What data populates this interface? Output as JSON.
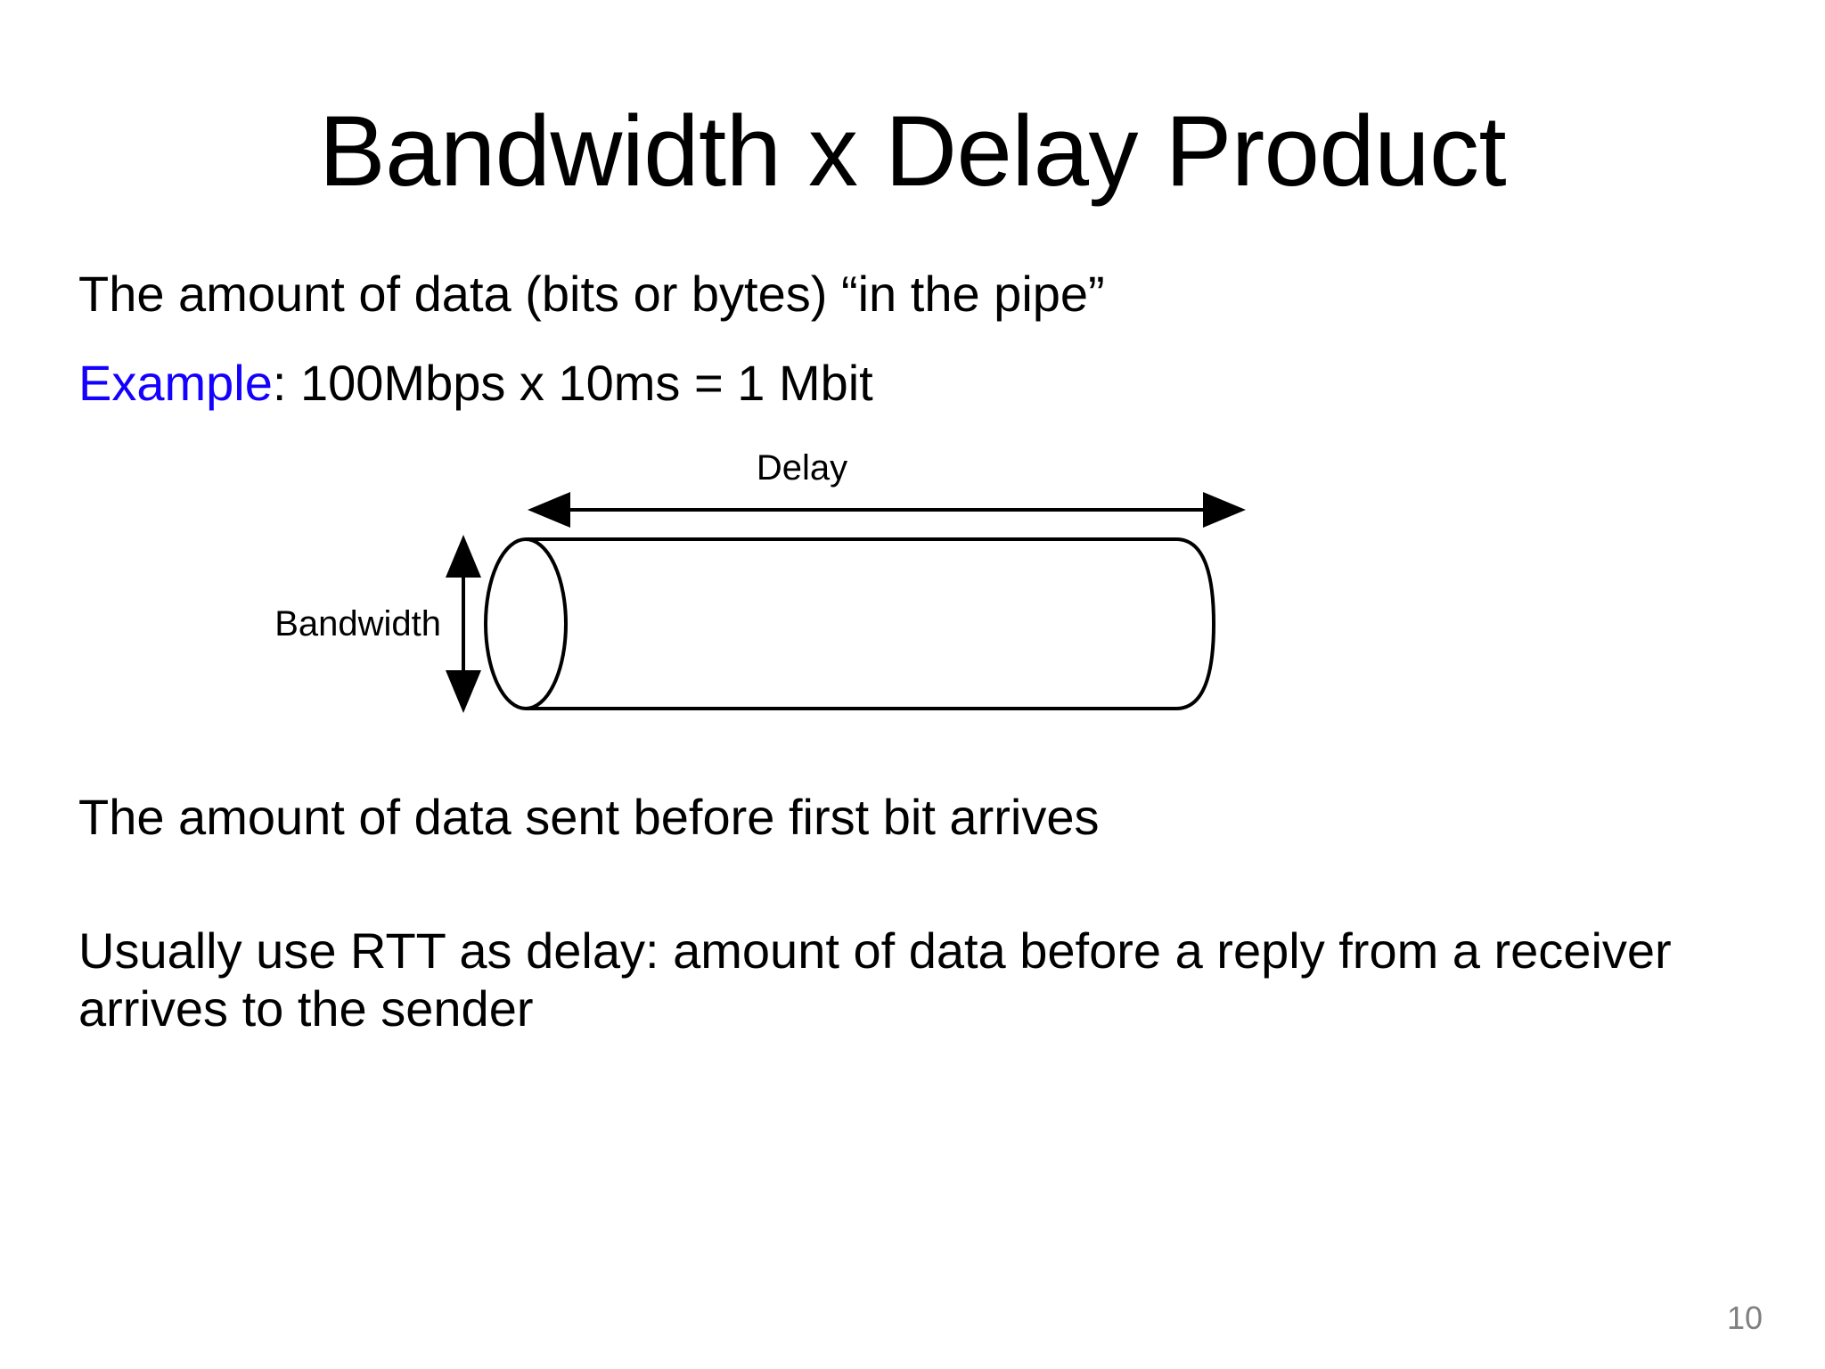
{
  "slide": {
    "title": "Bandwidth x Delay Product",
    "page_number": "10",
    "background_color": "#FFFFFF",
    "text_color": "#000000",
    "accent_color": "#1400FF",
    "page_number_color": "#808080"
  },
  "body": {
    "line_pipe": "The amount of data (bits or bytes) “in the pipe”",
    "example_label": "Example",
    "example_rest": ": 100Mbps x 10ms = 1 Mbit",
    "line_sent": "The amount of data sent before first bit arrives",
    "paragraph_rtt": "Usually use RTT as delay: amount of data before a reply from a receiver arrives to the sender"
  },
  "diagram": {
    "name": "bandwidth-delay-pipe",
    "delay_label": "Delay",
    "bandwidth_label": "Bandwidth",
    "stroke_color": "#000000"
  },
  "chart_data": {
    "type": "diagram",
    "title": "Bandwidth x Delay Product pipe illustration",
    "elements": [
      {
        "kind": "cylinder",
        "label": "pipe",
        "orientation": "horizontal"
      },
      {
        "kind": "double-arrow",
        "label": "Delay",
        "orientation": "horizontal",
        "spans": "full pipe length"
      },
      {
        "kind": "double-arrow",
        "label": "Bandwidth",
        "orientation": "vertical",
        "spans": "pipe diameter"
      }
    ],
    "annotations": [
      "Delay",
      "Bandwidth"
    ]
  }
}
